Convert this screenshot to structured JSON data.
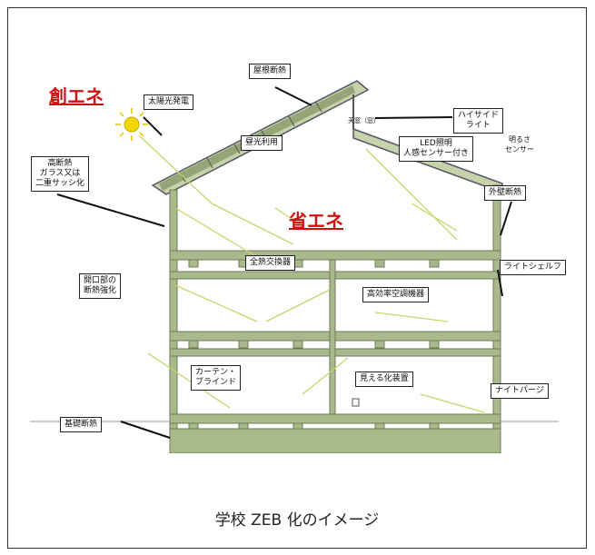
{
  "headline_create": "創エネ",
  "headline_save": "省エネ",
  "caption": "学校 ZEB 化のイメージ",
  "labels": {
    "roof_insulation": "屋根断熱",
    "solar_power": "太陽光発電",
    "skylight_sub": "天窓（窓）",
    "high_side_light_1": "ハイサイド",
    "high_side_light_2": "ライト",
    "light_guide": "昼光利用",
    "led_1": "LED照明",
    "led_2": "人感センサー付き",
    "daylight_sensor_1": "明るさ",
    "daylight_sensor_2": "センサー",
    "low_e_1": "高断熱",
    "low_e_2": "ガラス又は",
    "low_e_3": "二重サッシ化",
    "wall_insulation": "外壁断熱",
    "total_heat_exchanger": "全熱交換器",
    "light_shelf": "ライトシェルフ",
    "opening_1": "開口部の",
    "opening_2": "断熱強化",
    "hvac": "高効率空調機器",
    "curtain_1": "カーテン・",
    "curtain_2": "ブラインド",
    "visualize": "見える化装置",
    "night_purge": "ナイトパージ",
    "foundation_insulation": "基礎断熱"
  },
  "colors": {
    "accent_red": "#cc1111",
    "wall_green": "#a9b98c",
    "sun_yellow": "#e6c200"
  }
}
